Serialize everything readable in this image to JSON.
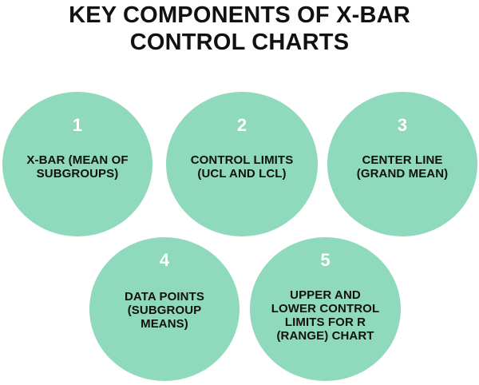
{
  "title": {
    "line1": "KEY COMPONENTS OF X-BAR",
    "line2": "CONTROL CHARTS",
    "full": "KEY COMPONENTS OF X-BAR CONTROL CHARTS"
  },
  "theme": {
    "background": "#ffffff",
    "circle_fill": "#8fd9bd",
    "number_color": "#ffffff",
    "label_color": "#111111",
    "title_color": "#111111"
  },
  "items": [
    {
      "number": "1",
      "label": "X-BAR (MEAN OF SUBGROUPS)",
      "lines": [
        "X-BAR (MEAN OF",
        "SUBGROUPS)"
      ]
    },
    {
      "number": "2",
      "label": "CONTROL LIMITS (UCL AND LCL)",
      "lines": [
        "CONTROL LIMITS",
        "(UCL AND LCL)"
      ]
    },
    {
      "number": "3",
      "label": "CENTER LINE (GRAND MEAN)",
      "lines": [
        "CENTER LINE",
        "(GRAND MEAN)"
      ]
    },
    {
      "number": "4",
      "label": "DATA POINTS (SUBGROUP MEANS)",
      "lines": [
        "DATA POINTS",
        "(SUBGROUP",
        "MEANS)"
      ]
    },
    {
      "number": "5",
      "label": "UPPER AND LOWER CONTROL LIMITS FOR R (RANGE) CHART",
      "lines": [
        "UPPER AND",
        "LOWER CONTROL",
        "LIMITS FOR R",
        "(RANGE) CHART"
      ]
    }
  ]
}
